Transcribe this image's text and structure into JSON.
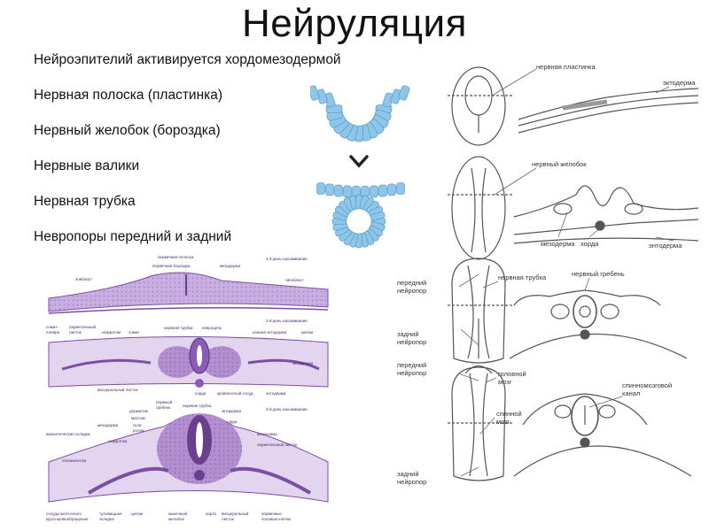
{
  "title": "Нейруляция",
  "bullets": [
    "Нейроэпителий активируется хордомезодермой",
    "Нервная полоска (пластинка)",
    "Нервный желобок (бороздка)",
    "Нервные валики",
    "Нервная трубка",
    "Невропоры передний и задний"
  ],
  "colors": {
    "cell_blue": "#8ec6ea",
    "cell_blue_stroke": "#4f8fbf",
    "histo_purple": "#b48fd0",
    "histo_dark": "#6a3f8f",
    "line_gray": "#555555"
  },
  "embryo_diagram": {
    "stage1": {
      "plate": "нервная пластинка",
      "ecto": "эктодерма"
    },
    "stage2": {
      "groove": "нервный желобок",
      "meso": "мезодерма",
      "chord": "хорда",
      "endo": "энтодерма"
    },
    "stage3": {
      "ant": "передний",
      "ant2": "нейропор",
      "tube": "нервная трубка",
      "crest": "нервный гребень",
      "post": "задний",
      "post2": "нейропор"
    },
    "stage4": {
      "ant": "передний",
      "ant2": "нейропор",
      "brain": "головной",
      "brain2": "мозг",
      "spinal": "спинной",
      "spinal2": "мозг",
      "post": "задний",
      "post2": "нейропор",
      "canal": "спинномозговой",
      "canal2": "канал"
    }
  },
  "histology": {
    "p1": {
      "day": "1-й день насиживания",
      "strip": "первичная полоска",
      "groove": "первичная бороздка",
      "meso": "мезодерма",
      "epi": "эпибласт",
      "hypo": "гипобласт"
    },
    "p2": {
      "day": "2-й день насиживания",
      "a": "сомат-",
      "a2": "плевра",
      "b": "париетальный",
      "b2": "листок",
      "c": "нефротом",
      "d": "сомит",
      "tube": "нервная трубка",
      "coel": "невроцель",
      "ecto": "кожная эктодерма",
      "coelom": "целом",
      "meso": "мезодерма",
      "visc": "висцеральный листок",
      "chord": "хорда",
      "vessel": "кровеносный сосуд",
      "endo": "энтодерма"
    },
    "p3": {
      "day": "3-й день насиживания",
      "crest": "нервный",
      "crest2": "гребень",
      "tube": "нервная трубка",
      "derm": "дерматом",
      "myo": "миотом",
      "sclero": "скле-",
      "sclero2": "ротом",
      "ecto": "эктодерма",
      "chord": "хорда",
      "meso": "мезодерма",
      "neph": "нефротом",
      "amn": "амниотическая складка",
      "splan": "спланхнотом",
      "mes": "мезенхима",
      "pariet": "париетальный листок",
      "vessels": "сосуды желточного",
      "vessels2": "круга кровообращения",
      "trunk": "туловищная",
      "trunk2": "складка",
      "coelom": "целом",
      "gut": "кишечный",
      "gut2": "желобок",
      "aorta": "аорта",
      "visc": "висцеральный",
      "visc2": "листок",
      "germ": "первичные",
      "germ2": "половые клетки"
    }
  }
}
